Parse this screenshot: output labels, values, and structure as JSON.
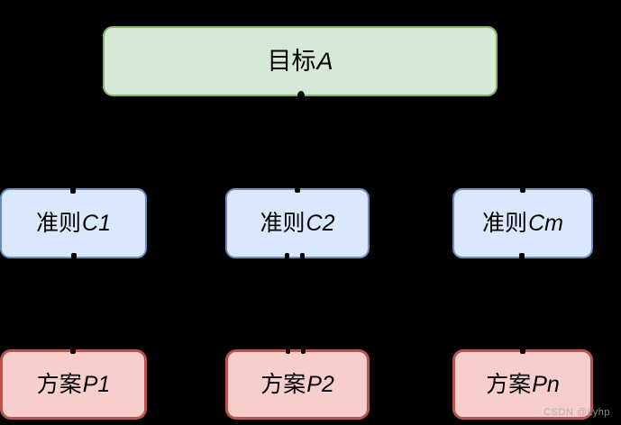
{
  "canvas": {
    "background": "#000000"
  },
  "diagram": {
    "type": "hierarchy",
    "goal": {
      "text_cn": "目标",
      "text_var": "A",
      "fill": "#d5e8d4",
      "stroke": "#82b366"
    },
    "criteria": [
      {
        "text_cn": "准则",
        "text_var": "C1"
      },
      {
        "text_cn": "准则",
        "text_var": "C2"
      },
      {
        "text_cn": "准则",
        "text_var": "Cm"
      }
    ],
    "criteria_style": {
      "fill": "#dae8fc",
      "stroke": "#6c8ebf"
    },
    "alternatives": [
      {
        "text_cn": "方案",
        "text_var": "P1"
      },
      {
        "text_cn": "方案",
        "text_var": "P2"
      },
      {
        "text_cn": "方案",
        "text_var": "Pn"
      }
    ],
    "alternatives_style": {
      "fill": "#f8cecc",
      "stroke": "#b85450"
    }
  },
  "watermark": {
    "text": "CSDN @Lyhp",
    "color": "#a8a4a4"
  }
}
